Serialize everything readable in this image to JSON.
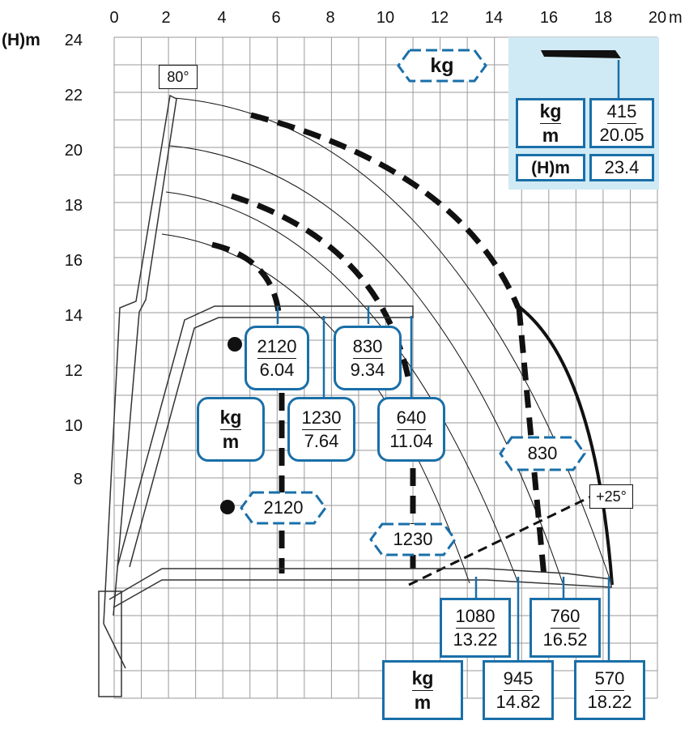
{
  "axes": {
    "x_ticks": [
      "0",
      "2",
      "4",
      "6",
      "8",
      "10",
      "12",
      "14",
      "16",
      "18",
      "20"
    ],
    "x_unit": "m",
    "y_ticks": [
      "24",
      "22",
      "20",
      "18",
      "16",
      "14",
      "12",
      "10",
      "8"
    ],
    "y_label": "(H)m"
  },
  "angles": {
    "max": "80°",
    "min": "+25°"
  },
  "legend": {
    "kg": "kg",
    "m": "m",
    "hm": "(H)m"
  },
  "jib_box": {
    "kg": "415",
    "m": "20.05",
    "h": "23.4"
  },
  "main_boxes": [
    {
      "kg": "2120",
      "m": "6.04"
    },
    {
      "kg": "830",
      "m": "9.34"
    },
    {
      "kg": "1230",
      "m": "7.64"
    },
    {
      "kg": "640",
      "m": "11.04"
    }
  ],
  "bottom_boxes": [
    {
      "kg": "1080",
      "m": "13.22"
    },
    {
      "kg": "760",
      "m": "16.52"
    },
    {
      "kg": "945",
      "m": "14.82"
    },
    {
      "kg": "570",
      "m": "18.22"
    }
  ],
  "hex_labels": {
    "legend": "kg",
    "low_2120": "2120",
    "low_1230": "1230",
    "mid_830": "830"
  },
  "colors": {
    "accent": "#1a6fa8",
    "inset_bg": "#d0eaf5",
    "curve": "#111111"
  }
}
